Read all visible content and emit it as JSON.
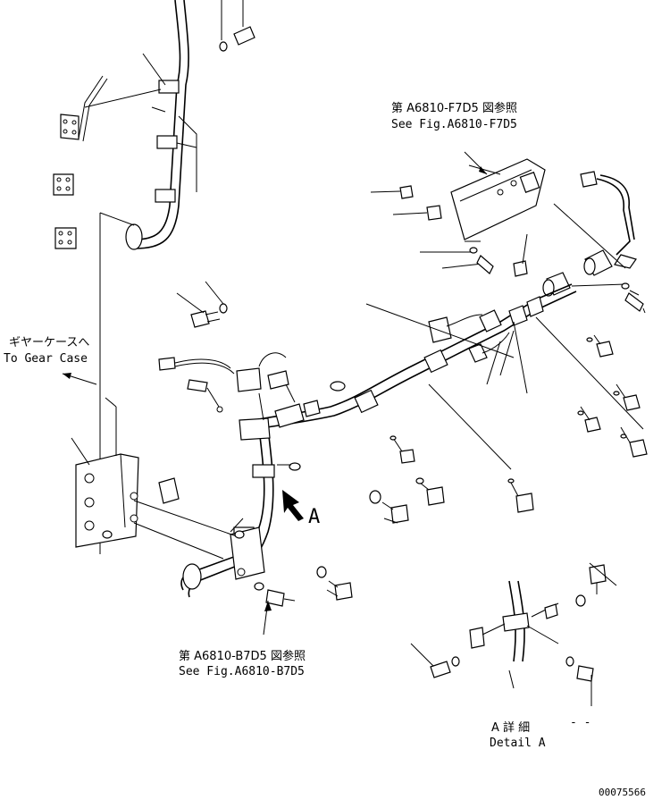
{
  "references": {
    "top_right": {
      "jp": "第 A6810-F7D5 図参照",
      "en": "See Fig.A6810-F7D5"
    },
    "gear_case": {
      "jp": "ギヤーケースへ",
      "en": "To Gear Case"
    },
    "bottom": {
      "jp": "第 A6810-B7D5 図参照",
      "en": "See Fig.A6810-B7D5"
    }
  },
  "view_marker": "A",
  "detail": {
    "jp": "A 詳 細",
    "en": "Detail A",
    "dashes": "- -"
  },
  "drawing_number": "00075566"
}
